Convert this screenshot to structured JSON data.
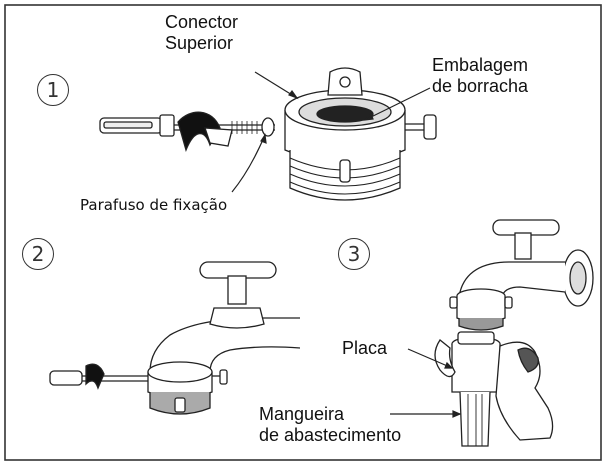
{
  "labels": {
    "upper_connector": [
      "Conector",
      "Superior"
    ],
    "rubber_gasket": [
      "Embalagem",
      "de borracha"
    ],
    "fixing_screw": "Parafuso de fixação",
    "plate": "Placa",
    "supply_hose": [
      "Mangueira",
      "de abastecimento"
    ]
  },
  "steps": [
    "1",
    "2",
    "3"
  ],
  "colors": {
    "border": "#333333",
    "ink": "#222222",
    "grey": "#9a9a9a",
    "light": "#d9d9d9"
  }
}
